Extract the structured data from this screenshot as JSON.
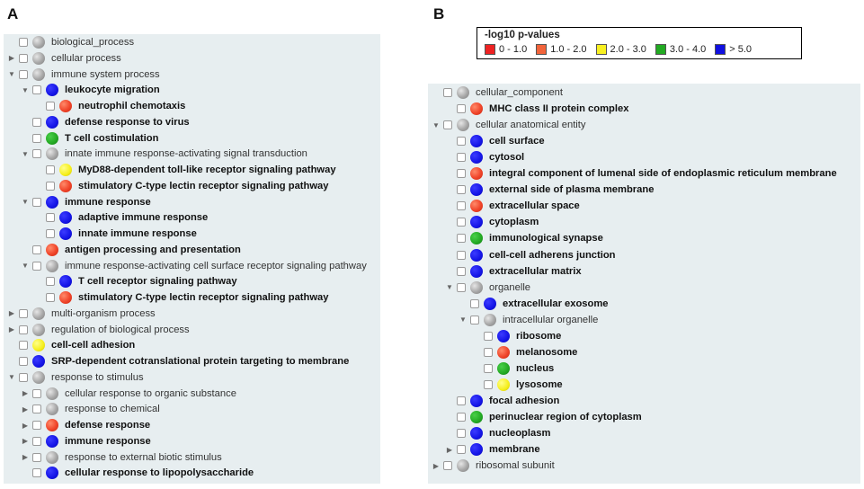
{
  "panels": {
    "a": "A",
    "b": "B"
  },
  "legend": {
    "title": "-log10 p-values",
    "items": [
      {
        "label": "0 - 1.0",
        "color": "#ee2222"
      },
      {
        "label": "1.0 - 2.0",
        "color": "#f2643a"
      },
      {
        "label": "2.0 - 3.0",
        "color": "#f8f020"
      },
      {
        "label": "3.0 - 4.0",
        "color": "#22aa22"
      },
      {
        "label": "> 5.0",
        "color": "#1010e0"
      }
    ]
  },
  "tree_a": [
    {
      "text": "biological_process",
      "level": 0,
      "arrow": "none",
      "dot": "grey",
      "bold": false
    },
    {
      "text": "cellular process",
      "level": 0,
      "arrow": "collapsed",
      "dot": "grey",
      "bold": false
    },
    {
      "text": "immune system process",
      "level": 0,
      "arrow": "expanded",
      "dot": "grey",
      "bold": false
    },
    {
      "text": "leukocyte migration",
      "level": 1,
      "arrow": "expanded",
      "dot": "blue",
      "bold": true
    },
    {
      "text": "neutrophil chemotaxis",
      "level": 2,
      "arrow": "none",
      "dot": "red",
      "bold": true
    },
    {
      "text": "defense response to virus",
      "level": 1,
      "arrow": "none",
      "dot": "blue",
      "bold": true
    },
    {
      "text": "T cell costimulation",
      "level": 1,
      "arrow": "none",
      "dot": "green",
      "bold": true
    },
    {
      "text": "innate immune response-activating signal transduction",
      "level": 1,
      "arrow": "expanded",
      "dot": "grey",
      "bold": false
    },
    {
      "text": "MyD88-dependent toll-like receptor signaling pathway",
      "level": 2,
      "arrow": "none",
      "dot": "yellow",
      "bold": true
    },
    {
      "text": "stimulatory C-type lectin receptor signaling pathway",
      "level": 2,
      "arrow": "none",
      "dot": "red",
      "bold": true
    },
    {
      "text": "immune response",
      "level": 1,
      "arrow": "expanded",
      "dot": "blue",
      "bold": true
    },
    {
      "text": "adaptive immune response",
      "level": 2,
      "arrow": "none",
      "dot": "blue",
      "bold": true
    },
    {
      "text": "innate immune response",
      "level": 2,
      "arrow": "none",
      "dot": "blue",
      "bold": true
    },
    {
      "text": "antigen processing and presentation",
      "level": 1,
      "arrow": "none",
      "dot": "red",
      "bold": true
    },
    {
      "text": "immune response-activating cell surface receptor signaling pathway",
      "level": 1,
      "arrow": "expanded",
      "dot": "grey",
      "bold": false
    },
    {
      "text": "T cell receptor signaling pathway",
      "level": 2,
      "arrow": "none",
      "dot": "blue",
      "bold": true
    },
    {
      "text": "stimulatory C-type lectin receptor signaling pathway",
      "level": 2,
      "arrow": "none",
      "dot": "red",
      "bold": true
    },
    {
      "text": "multi-organism process",
      "level": 0,
      "arrow": "collapsed",
      "dot": "grey",
      "bold": false
    },
    {
      "text": "regulation of biological process",
      "level": 0,
      "arrow": "collapsed",
      "dot": "grey",
      "bold": false
    },
    {
      "text": "cell-cell adhesion",
      "level": 0,
      "arrow": "none",
      "dot": "yellow",
      "bold": true
    },
    {
      "text": "SRP-dependent cotranslational protein targeting to membrane",
      "level": 0,
      "arrow": "none",
      "dot": "blue",
      "bold": true
    },
    {
      "text": "response to stimulus",
      "level": 0,
      "arrow": "expanded",
      "dot": "grey",
      "bold": false
    },
    {
      "text": "cellular response to organic substance",
      "level": 1,
      "arrow": "collapsed",
      "dot": "grey",
      "bold": false
    },
    {
      "text": "response to chemical",
      "level": 1,
      "arrow": "collapsed",
      "dot": "grey",
      "bold": false
    },
    {
      "text": "defense response",
      "level": 1,
      "arrow": "collapsed",
      "dot": "red",
      "bold": true
    },
    {
      "text": "immune response",
      "level": 1,
      "arrow": "collapsed",
      "dot": "blue",
      "bold": true
    },
    {
      "text": "response to external biotic stimulus",
      "level": 1,
      "arrow": "collapsed",
      "dot": "grey",
      "bold": false
    },
    {
      "text": "cellular response to lipopolysaccharide",
      "level": 1,
      "arrow": "none",
      "dot": "blue",
      "bold": true
    }
  ],
  "tree_b": [
    {
      "text": "cellular_component",
      "level": 0,
      "arrow": "none",
      "dot": "grey",
      "bold": false
    },
    {
      "text": "MHC class II protein complex",
      "level": 1,
      "arrow": "none",
      "dot": "red",
      "bold": true
    },
    {
      "text": "cellular anatomical entity",
      "level": 0,
      "arrow": "expanded",
      "dot": "grey",
      "bold": false
    },
    {
      "text": "cell surface",
      "level": 1,
      "arrow": "none",
      "dot": "blue",
      "bold": true
    },
    {
      "text": "cytosol",
      "level": 1,
      "arrow": "none",
      "dot": "blue",
      "bold": true
    },
    {
      "text": "integral component of lumenal side of endoplasmic reticulum membrane",
      "level": 1,
      "arrow": "none",
      "dot": "red",
      "bold": true
    },
    {
      "text": "external side of plasma membrane",
      "level": 1,
      "arrow": "none",
      "dot": "blue",
      "bold": true
    },
    {
      "text": "extracellular space",
      "level": 1,
      "arrow": "none",
      "dot": "red",
      "bold": true
    },
    {
      "text": "cytoplasm",
      "level": 1,
      "arrow": "none",
      "dot": "blue",
      "bold": true
    },
    {
      "text": "immunological synapse",
      "level": 1,
      "arrow": "none",
      "dot": "green",
      "bold": true
    },
    {
      "text": "cell-cell adherens junction",
      "level": 1,
      "arrow": "none",
      "dot": "blue",
      "bold": true
    },
    {
      "text": "extracellular matrix",
      "level": 1,
      "arrow": "none",
      "dot": "blue",
      "bold": true
    },
    {
      "text": "organelle",
      "level": 1,
      "arrow": "expanded",
      "dot": "grey",
      "bold": false
    },
    {
      "text": "extracellular exosome",
      "level": 2,
      "arrow": "none",
      "dot": "blue",
      "bold": true
    },
    {
      "text": "intracellular organelle",
      "level": 2,
      "arrow": "expanded",
      "dot": "grey",
      "bold": false
    },
    {
      "text": "ribosome",
      "level": 3,
      "arrow": "none",
      "dot": "blue",
      "bold": true
    },
    {
      "text": "melanosome",
      "level": 3,
      "arrow": "none",
      "dot": "red",
      "bold": true
    },
    {
      "text": "nucleus",
      "level": 3,
      "arrow": "none",
      "dot": "green",
      "bold": true
    },
    {
      "text": "lysosome",
      "level": 3,
      "arrow": "none",
      "dot": "yellow",
      "bold": true
    },
    {
      "text": "focal adhesion",
      "level": 1,
      "arrow": "none",
      "dot": "blue",
      "bold": true
    },
    {
      "text": "perinuclear region of cytoplasm",
      "level": 1,
      "arrow": "none",
      "dot": "green",
      "bold": true
    },
    {
      "text": "nucleoplasm",
      "level": 1,
      "arrow": "none",
      "dot": "blue",
      "bold": true
    },
    {
      "text": "membrane",
      "level": 1,
      "arrow": "collapsed",
      "dot": "blue",
      "bold": true
    },
    {
      "text": "ribosomal subunit",
      "level": 0,
      "arrow": "collapsed",
      "dot": "grey",
      "bold": false
    }
  ]
}
